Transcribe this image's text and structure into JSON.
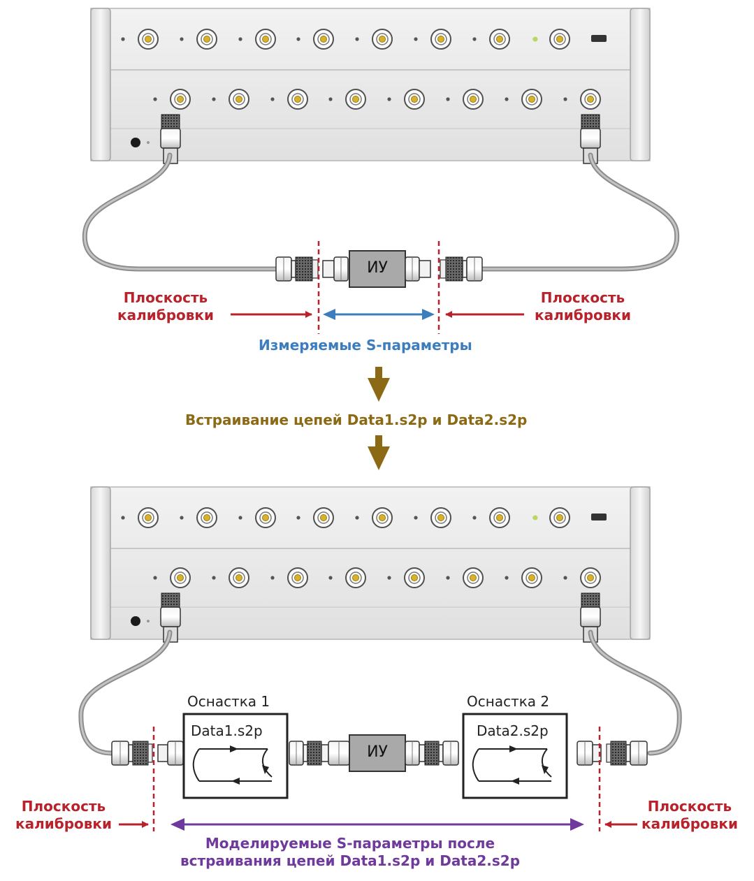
{
  "dut_label": "ИУ",
  "cal_plane_label": [
    "Плоскость",
    "калибровки"
  ],
  "measured_label": "Измеряемые S-параметры",
  "embedding_label": "Встраивание цепей Data1.s2p и Data2.s2p",
  "fixture1": {
    "title": "Оснастка 1",
    "file": "Data1.s2p"
  },
  "fixture2": {
    "title": "Оснастка 2",
    "file": "Data2.s2p"
  },
  "modeled_label": [
    "Моделируемые S-параметры после",
    "встраивания цепей Data1.s2p и Data2.s2p"
  ],
  "colors": {
    "red": "#b8232b",
    "blue": "#3d7dbe",
    "brown": "#8c6914",
    "purple": "#6f3a9c",
    "cable": "#9a9a9a"
  }
}
